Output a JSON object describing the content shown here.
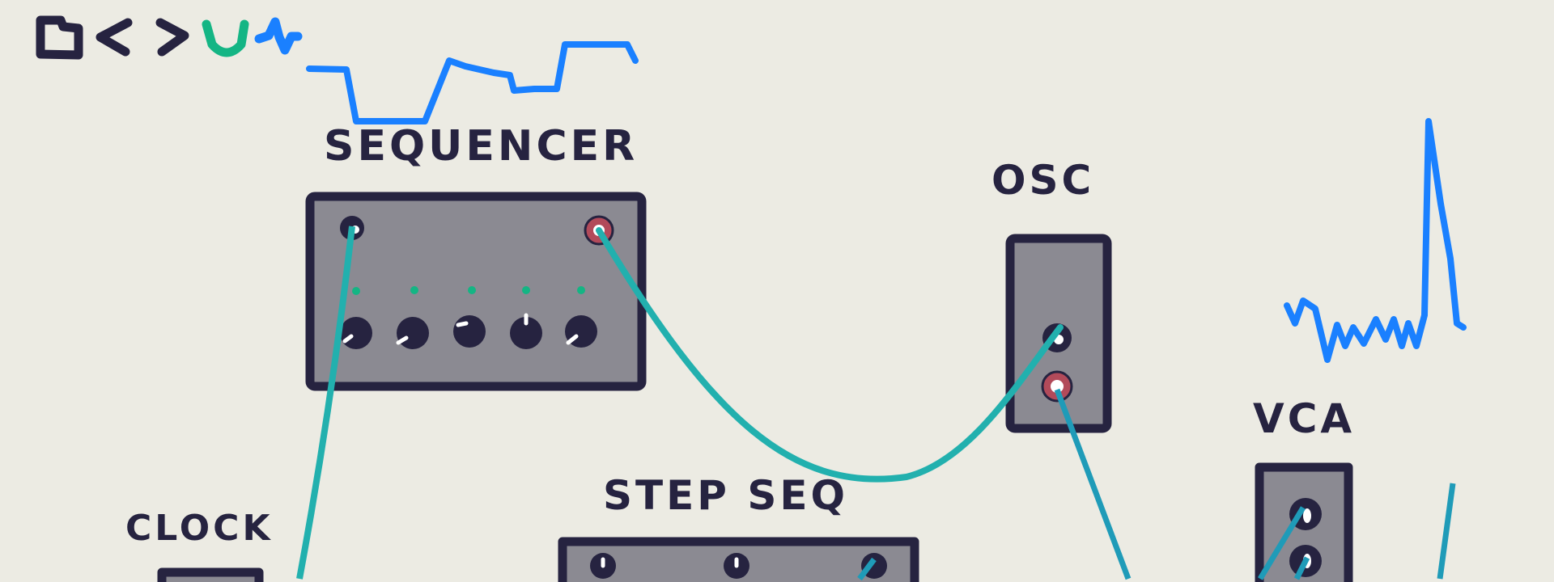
{
  "toolbar": {
    "icons": [
      "folder-icon",
      "back-icon",
      "forward-icon",
      "magnet-icon",
      "pulse-icon"
    ]
  },
  "modules": {
    "sequencer": {
      "label": "SEQUENCER"
    },
    "osc": {
      "label": "OSC"
    },
    "vca": {
      "label": "VCA"
    },
    "clock": {
      "label": "CLOCK"
    },
    "step_seq": {
      "label": "STEP SEQ"
    }
  },
  "colors": {
    "background": "#ecebe3",
    "ink": "#262340",
    "panel": "#8b8a92",
    "cable": "#22b0ae",
    "waveform": "#1a80ff",
    "led": "#14b584",
    "output_jack": "#b24a5a"
  }
}
